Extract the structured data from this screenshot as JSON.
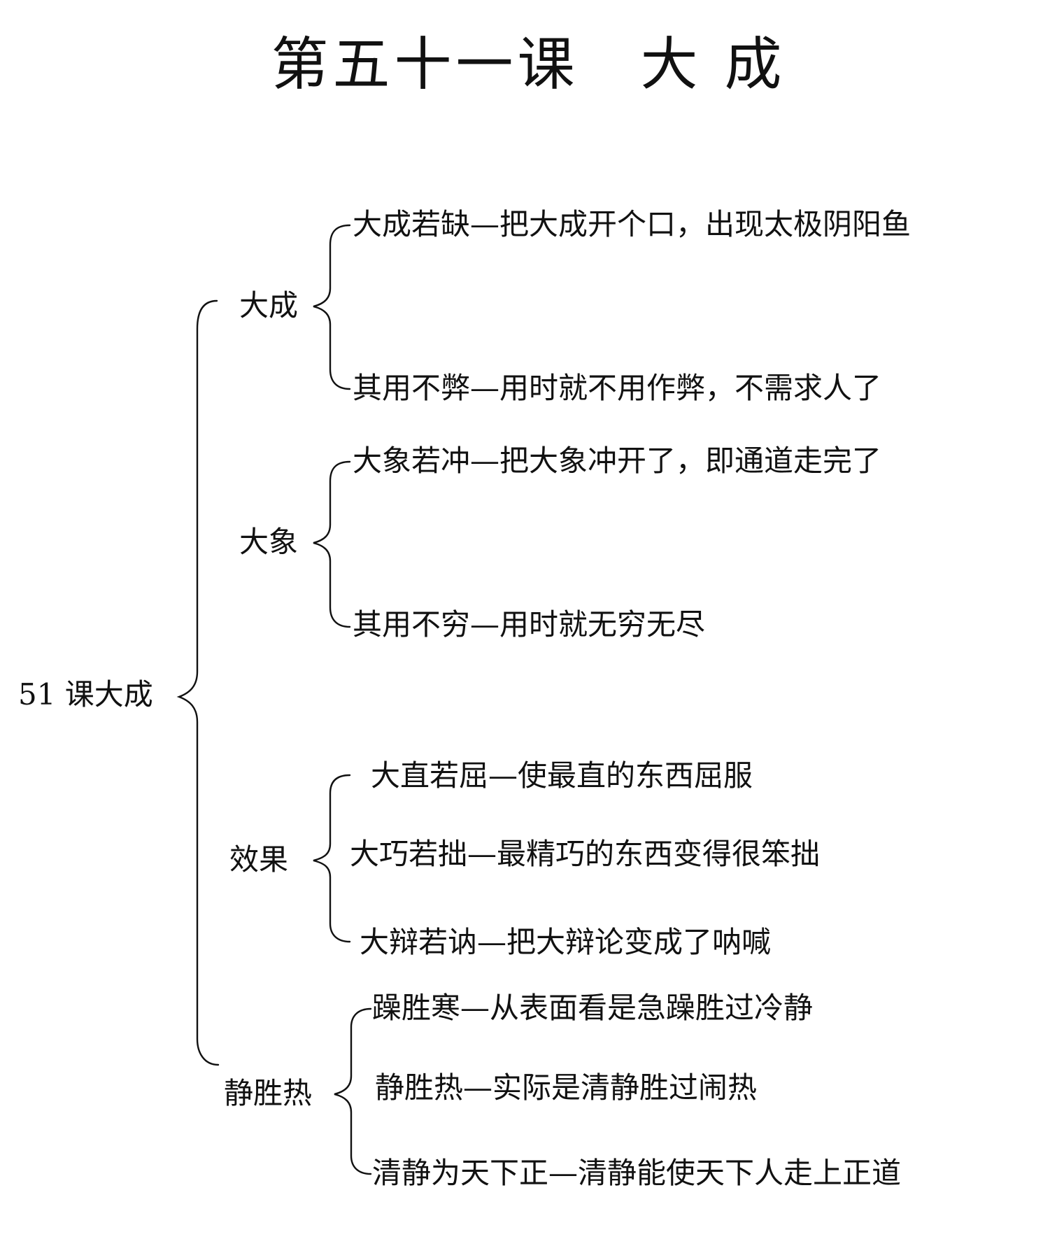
{
  "title": "第五十一课　大 成",
  "root": "51 课大成",
  "groups": [
    {
      "label": "大成",
      "items": [
        "大成若缺—把大成开个口，出现太极阴阳鱼",
        "其用不弊—用时就不用作弊，不需求人了"
      ]
    },
    {
      "label": "大象",
      "items": [
        "大象若冲—把大象冲开了，即通道走完了",
        "其用不穷—用时就无穷无尽"
      ]
    },
    {
      "label": "效果",
      "items": [
        "大直若屈—使最直的东西屈服",
        "大巧若拙—最精巧的东西变得很笨拙",
        "大辩若讷—把大辩论变成了呐喊"
      ]
    },
    {
      "label": "静胜热",
      "items": [
        "躁胜寒—从表面看是急躁胜过冷静",
        "静胜热—实际是清静胜过闹热",
        "清静为天下正—清静能使天下人走上正道"
      ]
    }
  ]
}
